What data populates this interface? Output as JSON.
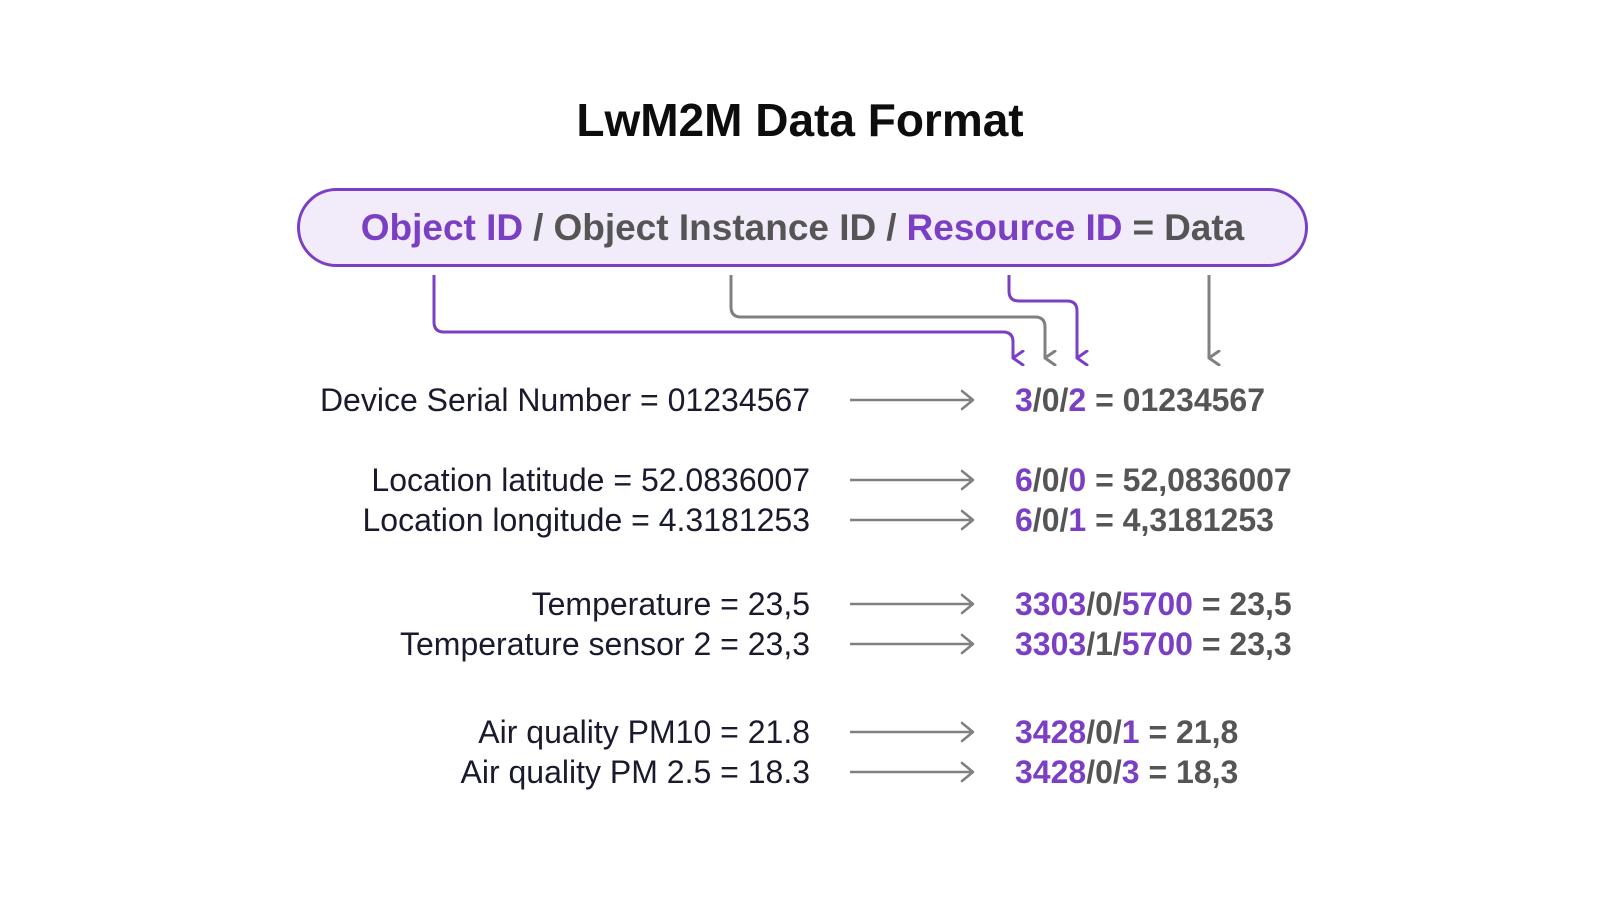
{
  "title": "LwM2M Data Format",
  "format": {
    "object_id": "Object ID",
    "separator": "/",
    "object_instance_id": "Object Instance ID",
    "resource_id": "Resource ID",
    "equals": "=",
    "data": "Data"
  },
  "colors": {
    "accent": "#7b3fc4",
    "accent_bg": "#f2ecfa",
    "gray": "#555555",
    "arrow_gray": "#808080",
    "text_dark": "#1a1a2e"
  },
  "rows": [
    {
      "label": "Device Serial Number = 01234567",
      "object": "3",
      "instance": "0",
      "resource": "2",
      "value": "01234567"
    },
    {
      "label": "Location latitude = 52.0836007",
      "object": "6",
      "instance": "0",
      "resource": "0",
      "value": "52,0836007"
    },
    {
      "label": "Location longitude = 4.3181253",
      "object": "6",
      "instance": "0",
      "resource": "1",
      "value": "4,3181253"
    },
    {
      "label": "Temperature = 23,5",
      "object": "3303",
      "instance": "0",
      "resource": "5700",
      "value": "23,5"
    },
    {
      "label": "Temperature sensor 2 = 23,3",
      "object": "3303",
      "instance": "1",
      "resource": "5700",
      "value": "23,3"
    },
    {
      "label": "Air quality PM10 = 21.8",
      "object": "3428",
      "instance": "0",
      "resource": "1",
      "value": "21,8"
    },
    {
      "label": "Air quality PM 2.5 = 18.3",
      "object": "3428",
      "instance": "0",
      "resource": "3",
      "value": "18,3"
    }
  ]
}
